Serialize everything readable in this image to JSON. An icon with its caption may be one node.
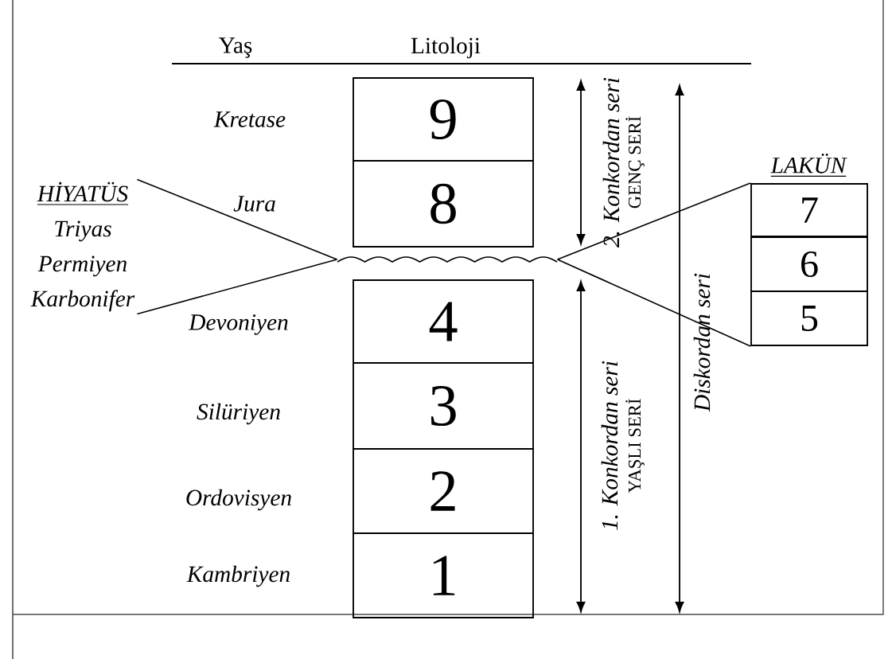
{
  "diagram": {
    "nodes": [
      {
        "text": [
          "9"
        ]
      },
      {
        "text": [
          "8"
        ]
      },
      {
        "text": [
          "4"
        ]
      },
      {
        "text": [
          "3"
        ]
      },
      {
        "text": [
          "2"
        ]
      },
      {
        "text": [
          "1"
        ]
      },
      {
        "text": [
          "HİYATÜS",
          "Triyas",
          "Permiyen",
          "Karbonifer"
        ]
      },
      {
        "text": [],
        "shape": "wave"
      },
      {
        "text": [
          "7"
        ]
      },
      {
        "text": [
          "6"
        ]
      },
      {
        "text": [
          "5"
        ]
      }
    ],
    "edges": [
      {
        "from": 6,
        "to": 7,
        "arrow": "none"
      },
      {
        "from": 6,
        "to": 7,
        "arrow": "none"
      },
      {
        "from": 7,
        "to": 8,
        "arrow": "none"
      },
      {
        "from": 7,
        "to": 10,
        "arrow": "none"
      }
    ],
    "labels": [
      "Yaş",
      "Litoloji",
      "Kretase",
      "Jura",
      "Devoniyen",
      "Silüriyen",
      "Ordovisyen",
      "Kambriyen",
      "LAKÜN",
      "2. Konkordan seri",
      "GENÇ SERİ",
      "Diskordan seri",
      "1. Konkordan seri",
      "YAŞLI SERİ"
    ]
  }
}
